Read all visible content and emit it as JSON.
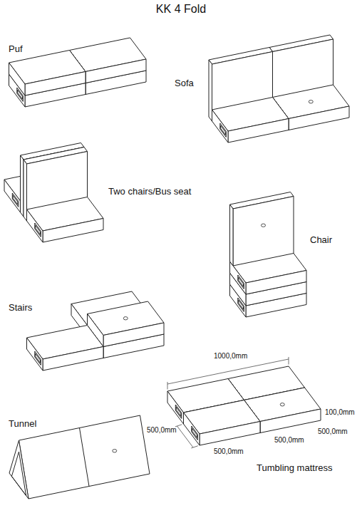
{
  "diagram": {
    "title": "KK 4 Fold",
    "labels": [
      "Puf",
      "Sofa",
      "Two chairs/Bus seat",
      "Chair",
      "Stairs",
      "Tunnel",
      "1000,0mm",
      "100,0mm",
      "500,0mm",
      "500,0mm",
      "500,0mm",
      "500,0mm",
      "Tumbling mattress"
    ]
  }
}
